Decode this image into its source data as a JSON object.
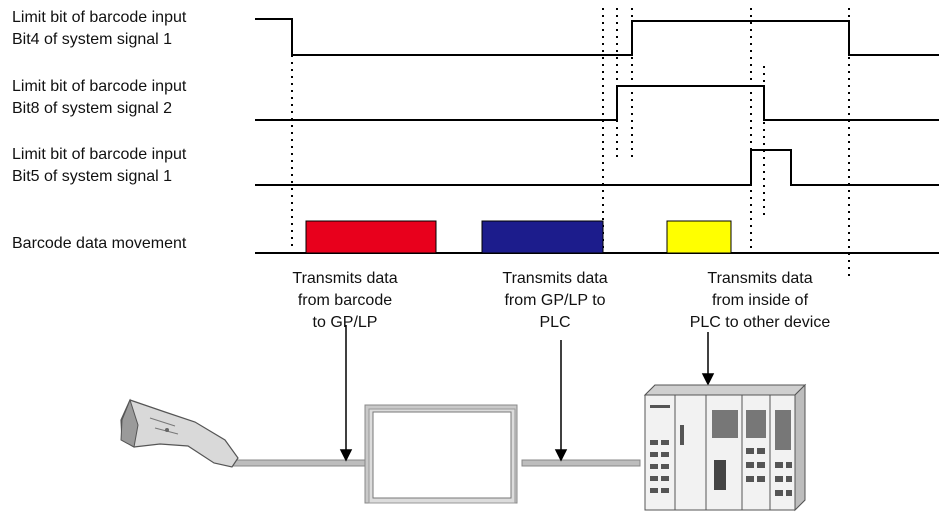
{
  "signals": [
    {
      "line1": "Limit bit of barcode input",
      "line2": "Bit4 of system signal 1"
    },
    {
      "line1": "Limit bit of barcode input",
      "line2": "Bit8 of system signal 2"
    },
    {
      "line1": "Limit bit of barcode input",
      "line2": "Bit5 of system signal 1"
    }
  ],
  "movement": {
    "label": "Barcode data movement",
    "blocks": [
      {
        "color": "#e8001c",
        "c1": "Transmits data",
        "c2": "from barcode",
        "c3": "to GP/LP"
      },
      {
        "color": "#1c1c8c",
        "c1": "Transmits data",
        "c2": "from GP/LP to",
        "c3": "PLC"
      },
      {
        "color": "#ffff00",
        "c1": "Transmits data",
        "c2": "from inside of",
        "c3": "PLC to other device"
      }
    ]
  },
  "devices": {
    "scanner_icon": "barcode-scanner-icon",
    "panel_icon": "gp-lp-touch-panel-icon",
    "plc_icon": "plc-rack-icon"
  }
}
